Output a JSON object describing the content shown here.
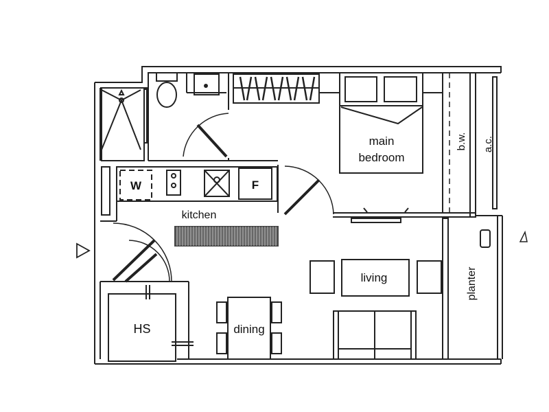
{
  "diagram": {
    "type": "floor-plan",
    "stroke_color": "#222222",
    "background": "#ffffff"
  },
  "rooms": {
    "main_bedroom_line1": "main",
    "main_bedroom_line2": "bedroom",
    "kitchen": "kitchen",
    "living": "living",
    "dining": "dining",
    "household_shelter": "HS",
    "bay_window": "b.w.",
    "aircon_ledge": "a.c.",
    "planter": "planter"
  },
  "appliances": {
    "washer": "W",
    "fridge": "F"
  },
  "entrance_marker": "entrance-triangle"
}
